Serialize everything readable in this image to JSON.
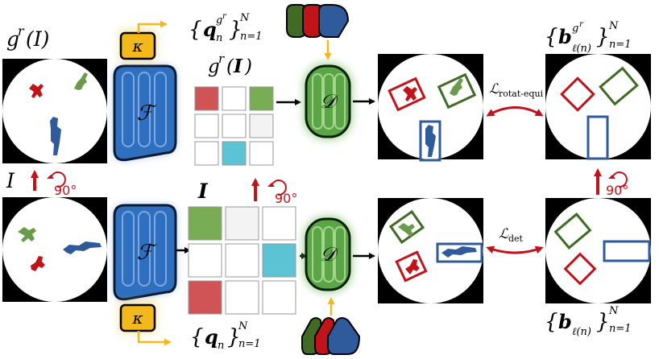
{
  "labels": {
    "g_r_I_left": "g",
    "g_r_I_left_sup": "r",
    "g_r_I_left_arg": "(I)",
    "I_left": "I",
    "rot_left": "90°",
    "g_r_I_grid": "g",
    "g_r_I_grid_sup": "r",
    "g_r_I_grid_arg": "(",
    "g_r_I_grid_argI": "I",
    "g_r_I_grid_close": ")",
    "I_grid": "I",
    "rot_mid": "90°",
    "rot_right": "90°",
    "kappa": "κ",
    "encoder": "ℱ",
    "decoder": "𝒟",
    "q_top_brace_open": "{",
    "q_top_q": "q",
    "q_top_sub": "n",
    "q_top_sup": "g",
    "q_top_sup2": "r",
    "q_top_brace_close": "}",
    "q_top_N": "N",
    "q_top_range": "n=1",
    "q_bot_brace_open": "{",
    "q_bot_q": "q",
    "q_bot_sub": "n",
    "q_bot_brace_close": "}",
    "q_bot_N": "N",
    "q_bot_range": "n=1",
    "b_top_brace_open": "{",
    "b_top_b": "b",
    "b_top_sub": "ℓ(n)",
    "b_top_sup": "g",
    "b_top_sup2": "r",
    "b_top_brace_close": "}",
    "b_top_N": "N",
    "b_top_range": "n=1",
    "b_bot_brace_open": "{",
    "b_bot_b": "b",
    "b_bot_sub": "ℓ(n)",
    "b_bot_brace_close": "}",
    "b_bot_N": "N",
    "b_bot_range": "n=1",
    "loss_equi": "ℒ",
    "loss_equi_sub": "rotat-equi",
    "loss_det": "ℒ",
    "loss_det_sub": "det"
  },
  "colors": {
    "red": "#c0141a",
    "green": "#3f6b24",
    "blue": "#2f5a9b",
    "encoder_fill": "#2f6fbf",
    "decoder_fill": "#5aa545",
    "kappa_fill": "#f2b81c",
    "grid_red": "#d05455",
    "grid_green": "#78ad55",
    "grid_cyan": "#5bc3d3",
    "grid_light": "#f3f3f3"
  },
  "grids": {
    "top": [
      "red",
      "white",
      "green",
      "white",
      "white",
      "light",
      "white",
      "cyan",
      "white"
    ],
    "bottom": [
      "green",
      "light",
      "white",
      "white",
      "white",
      "cyan",
      "red",
      "white",
      "white"
    ]
  }
}
